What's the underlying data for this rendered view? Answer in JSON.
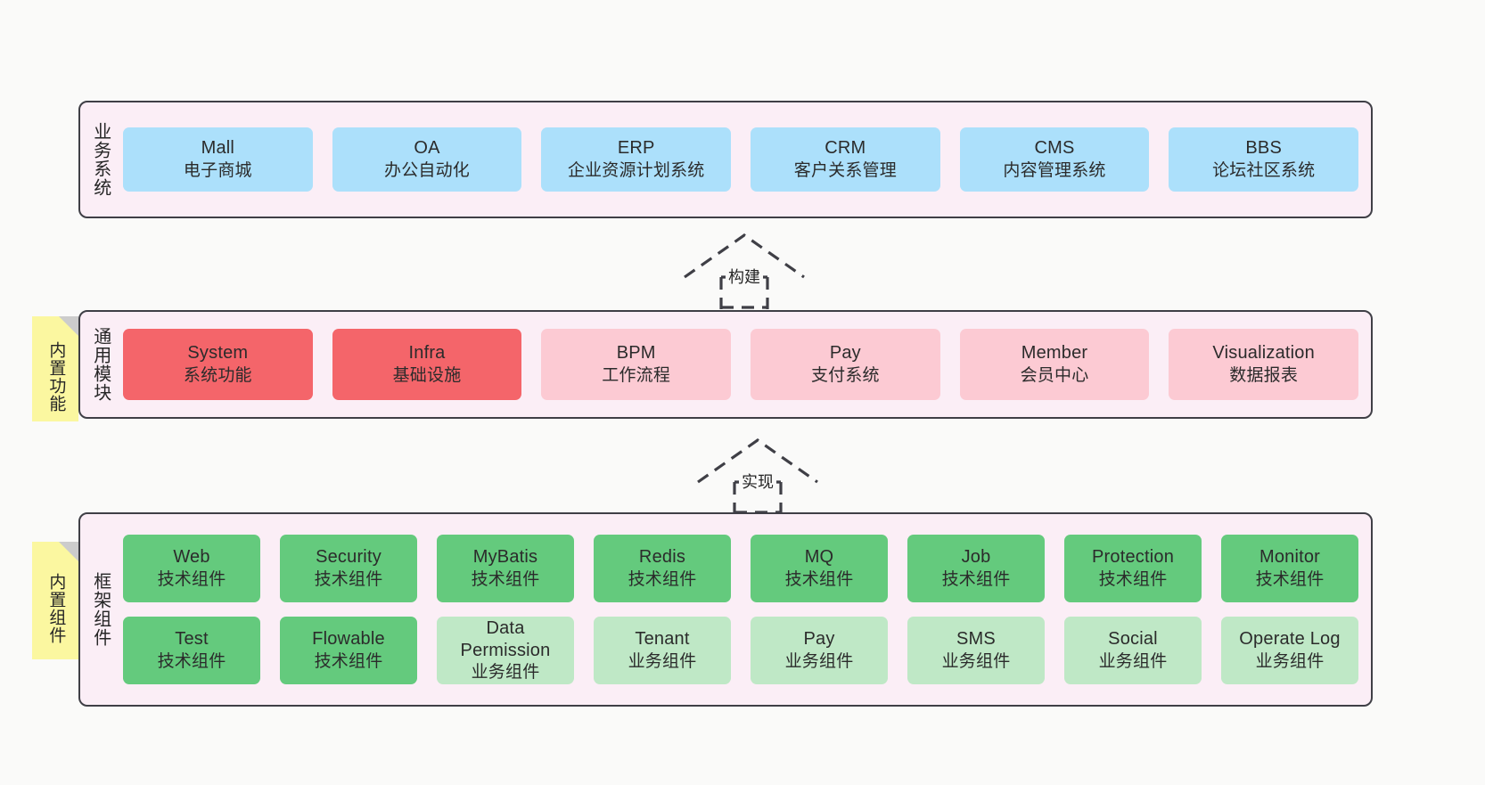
{
  "diagram": {
    "background_color": "#fafaf9",
    "tier_fill": "#fbeef6",
    "tier_border": "#3f3f46",
    "sticky_color": "#fbf7a0"
  },
  "tiers": [
    {
      "id": "business",
      "label": "业务系统",
      "sticky": null,
      "rows": [
        {
          "nodes": [
            {
              "title": "Mall",
              "subtitle": "电子商城",
              "color": "#ace0fb",
              "style": "c-blue"
            },
            {
              "title": "OA",
              "subtitle": "办公自动化",
              "color": "#ace0fb",
              "style": "c-blue"
            },
            {
              "title": "ERP",
              "subtitle": "企业资源计划系统",
              "color": "#ace0fb",
              "style": "c-blue"
            },
            {
              "title": "CRM",
              "subtitle": "客户关系管理",
              "color": "#ace0fb",
              "style": "c-blue"
            },
            {
              "title": "CMS",
              "subtitle": "内容管理系统",
              "color": "#ace0fb",
              "style": "c-blue"
            },
            {
              "title": "BBS",
              "subtitle": "论坛社区系统",
              "color": "#ace0fb",
              "style": "c-blue"
            }
          ]
        }
      ]
    },
    {
      "id": "modules",
      "label": "通用模块",
      "sticky": "内置功能",
      "rows": [
        {
          "nodes": [
            {
              "title": "System",
              "subtitle": "系统功能",
              "color": "#f4656a",
              "style": "c-red"
            },
            {
              "title": "Infra",
              "subtitle": "基础设施",
              "color": "#f4656a",
              "style": "c-red"
            },
            {
              "title": "BPM",
              "subtitle": "工作流程",
              "color": "#fccad3",
              "style": "c-pink"
            },
            {
              "title": "Pay",
              "subtitle": "支付系统",
              "color": "#fccad3",
              "style": "c-pink"
            },
            {
              "title": "Member",
              "subtitle": "会员中心",
              "color": "#fccad3",
              "style": "c-pink"
            },
            {
              "title": "Visualization",
              "subtitle": "数据报表",
              "color": "#fccad3",
              "style": "c-pink"
            }
          ]
        }
      ]
    },
    {
      "id": "framework",
      "label": "框架组件",
      "sticky": "内置组件",
      "rows": [
        {
          "nodes": [
            {
              "title": "Web",
              "subtitle": "技术组件",
              "color": "#64ca7d",
              "style": "c-green"
            },
            {
              "title": "Security",
              "subtitle": "技术组件",
              "color": "#64ca7d",
              "style": "c-green"
            },
            {
              "title": "MyBatis",
              "subtitle": "技术组件",
              "color": "#64ca7d",
              "style": "c-green"
            },
            {
              "title": "Redis",
              "subtitle": "技术组件",
              "color": "#64ca7d",
              "style": "c-green"
            },
            {
              "title": "MQ",
              "subtitle": "技术组件",
              "color": "#64ca7d",
              "style": "c-green"
            },
            {
              "title": "Job",
              "subtitle": "技术组件",
              "color": "#64ca7d",
              "style": "c-green"
            },
            {
              "title": "Protection",
              "subtitle": "技术组件",
              "color": "#64ca7d",
              "style": "c-green"
            },
            {
              "title": "Monitor",
              "subtitle": "技术组件",
              "color": "#64ca7d",
              "style": "c-green"
            }
          ]
        },
        {
          "nodes": [
            {
              "title": "Test",
              "subtitle": "技术组件",
              "color": "#64ca7d",
              "style": "c-green"
            },
            {
              "title": "Flowable",
              "subtitle": "技术组件",
              "color": "#64ca7d",
              "style": "c-green"
            },
            {
              "title": "Data Permission",
              "subtitle": "业务组件",
              "color": "#bfe8c6",
              "style": "c-green-light"
            },
            {
              "title": "Tenant",
              "subtitle": "业务组件",
              "color": "#bfe8c6",
              "style": "c-green-light"
            },
            {
              "title": "Pay",
              "subtitle": "业务组件",
              "color": "#bfe8c6",
              "style": "c-green-light"
            },
            {
              "title": "SMS",
              "subtitle": "业务组件",
              "color": "#bfe8c6",
              "style": "c-green-light"
            },
            {
              "title": "Social",
              "subtitle": "业务组件",
              "color": "#bfe8c6",
              "style": "c-green-light"
            },
            {
              "title": "Operate Log",
              "subtitle": "业务组件",
              "color": "#bfe8c6",
              "style": "c-green-light"
            }
          ]
        }
      ]
    }
  ],
  "arrows": [
    {
      "id": "build",
      "label": "构建"
    },
    {
      "id": "implement",
      "label": "实现"
    }
  ]
}
